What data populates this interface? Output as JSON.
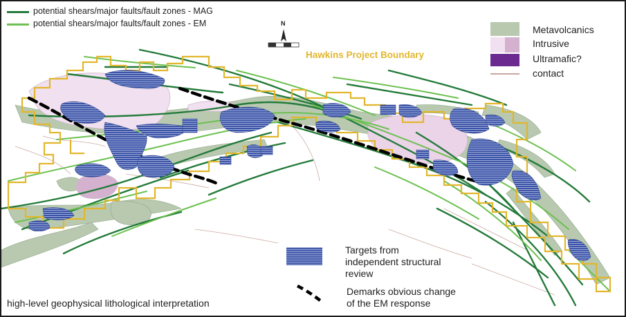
{
  "legend_top": {
    "mag_label": "potential shears/major faults/fault zones -  MAG",
    "em_label": "potential shears/major faults/fault zones -  EM"
  },
  "legend_right": {
    "metavolcanics": "Metavolcanics",
    "intrusive": "Intrusive",
    "ultramafic": "Ultramafic?",
    "contact": "contact"
  },
  "legend_bottom": {
    "targets_line1": "Targets from",
    "targets_line2": "independent structural",
    "targets_line3": "review",
    "demarks_line1": "Demarks obvious change",
    "demarks_line2": "of the EM response"
  },
  "north_arrow_letter": "N",
  "boundary_label": "Hawkins Project Boundary",
  "caption": "high-level geophysical lithological interpretation",
  "colors": {
    "mag_fault": "#237a3a",
    "em_fault": "#6cc050",
    "metavolcanics": "#b8c9b0",
    "intrusive": "#f1e0ef",
    "intrusive_dark": "#d4b2cf",
    "ultramafic": "#6a2a8f",
    "contact": "#b88a7e",
    "boundary": "#e2b62c",
    "target_fill": "#3d55a8",
    "em_change": "#000000"
  }
}
